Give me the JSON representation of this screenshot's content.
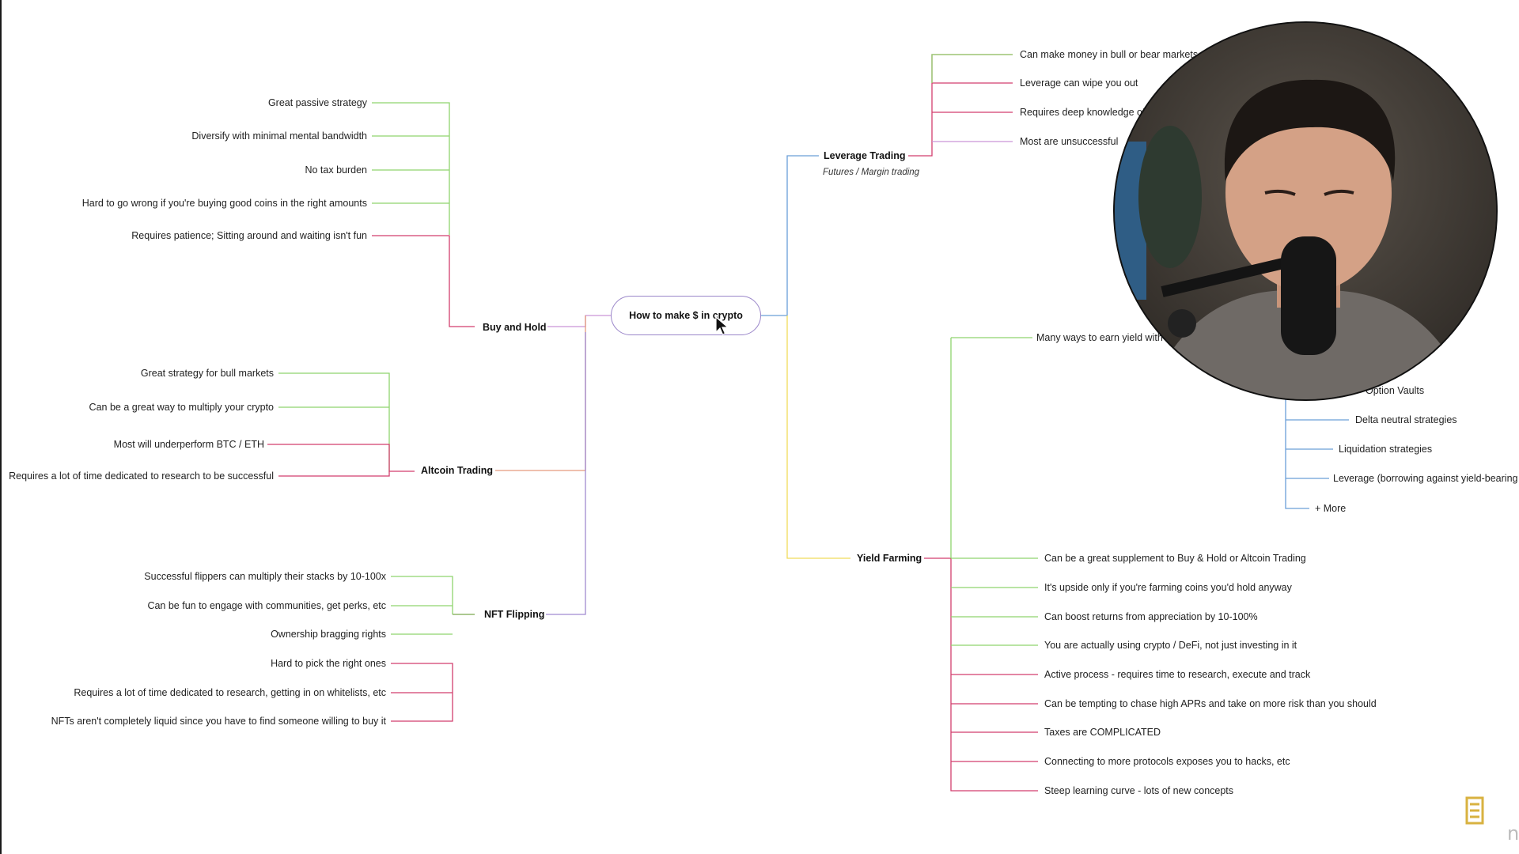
{
  "root": {
    "label": "How to make $ in crypto"
  },
  "colors": {
    "pro": "#8fd46e",
    "con": "#d23f6e",
    "blue": "#6a9fd8",
    "yellow": "#f0dc5a",
    "purple": "#a08ad0",
    "root_border": "#9a86c9"
  },
  "branches": {
    "buy_hold": {
      "label": "Buy and Hold",
      "items": [
        {
          "text": "Great passive strategy",
          "type": "pro"
        },
        {
          "text": "Diversify with minimal mental bandwidth",
          "type": "pro"
        },
        {
          "text": "No tax burden",
          "type": "pro"
        },
        {
          "text": "Hard to go wrong if you're buying  good coins in the right amounts",
          "type": "pro"
        },
        {
          "text": "Requires patience; Sitting around and waiting isn't fun",
          "type": "con"
        }
      ]
    },
    "altcoin": {
      "label": "Altcoin Trading",
      "items": [
        {
          "text": "Great strategy for bull markets",
          "type": "pro"
        },
        {
          "text": "Can be a great way to multiply your crypto",
          "type": "pro"
        },
        {
          "text": "Most will underperform BTC / ETH",
          "type": "con"
        },
        {
          "text": "Requires a lot of time dedicated to research to be successful",
          "type": "con"
        }
      ]
    },
    "nft": {
      "label": "NFT Flipping",
      "items": [
        {
          "text": "Successful flippers can multiply their stacks  by 10-100x",
          "type": "pro"
        },
        {
          "text": "Can be fun to engage with communities, get perks, etc",
          "type": "pro"
        },
        {
          "text": "Ownership bragging rights",
          "type": "pro"
        },
        {
          "text": "Hard to pick the right ones",
          "type": "con"
        },
        {
          "text": "Requires a lot of time dedicated to research, getting in on whitelists, etc",
          "type": "con"
        },
        {
          "text": "NFTs aren't completely liquid since you have to find someone willing to buy it",
          "type": "con"
        }
      ]
    },
    "leverage": {
      "label": "Leverage Trading",
      "sub": "Futures / Margin trading",
      "items": [
        {
          "text": "Can make money in bull or bear markets",
          "type": "pro"
        },
        {
          "text": "Leverage can wipe you out",
          "type": "con"
        },
        {
          "text": "Requires deep knowledge of",
          "type": "con"
        },
        {
          "text": "Most are unsuccessful",
          "type": "con"
        }
      ]
    },
    "yield": {
      "label": "Yield Farming",
      "ways": {
        "text": "Many ways to earn yield with",
        "sub_items": [
          "Option Vaults",
          "Delta neutral strategies",
          "Liquidation strategies",
          "Leverage (borrowing against yield-bearing as",
          "+ More"
        ]
      },
      "items": [
        {
          "text": "Can be a great supplement to Buy & Hold or Altcoin Trading",
          "type": "pro"
        },
        {
          "text": "It's upside only if you're farming coins you'd hold anyway",
          "type": "pro"
        },
        {
          "text": "Can boost returns from appreciation by 10-100%",
          "type": "pro"
        },
        {
          "text": "You are actually using crypto / DeFi, not just investing in it",
          "type": "pro"
        },
        {
          "text": "Active process - requires time to research, execute and track",
          "type": "con"
        },
        {
          "text": "Can be tempting to chase high APRs and take on more risk than you should",
          "type": "con"
        },
        {
          "text": "Taxes are COMPLICATED",
          "type": "con"
        },
        {
          "text": "Connecting to more protocols exposes you to hacks, etc",
          "type": "con"
        },
        {
          "text": "Steep learning curve - lots of new concepts",
          "type": "con"
        }
      ]
    }
  },
  "icons": {
    "cursor": "arrow-cursor-icon",
    "logo": "brand-logo-icon"
  },
  "corner_text": "n"
}
